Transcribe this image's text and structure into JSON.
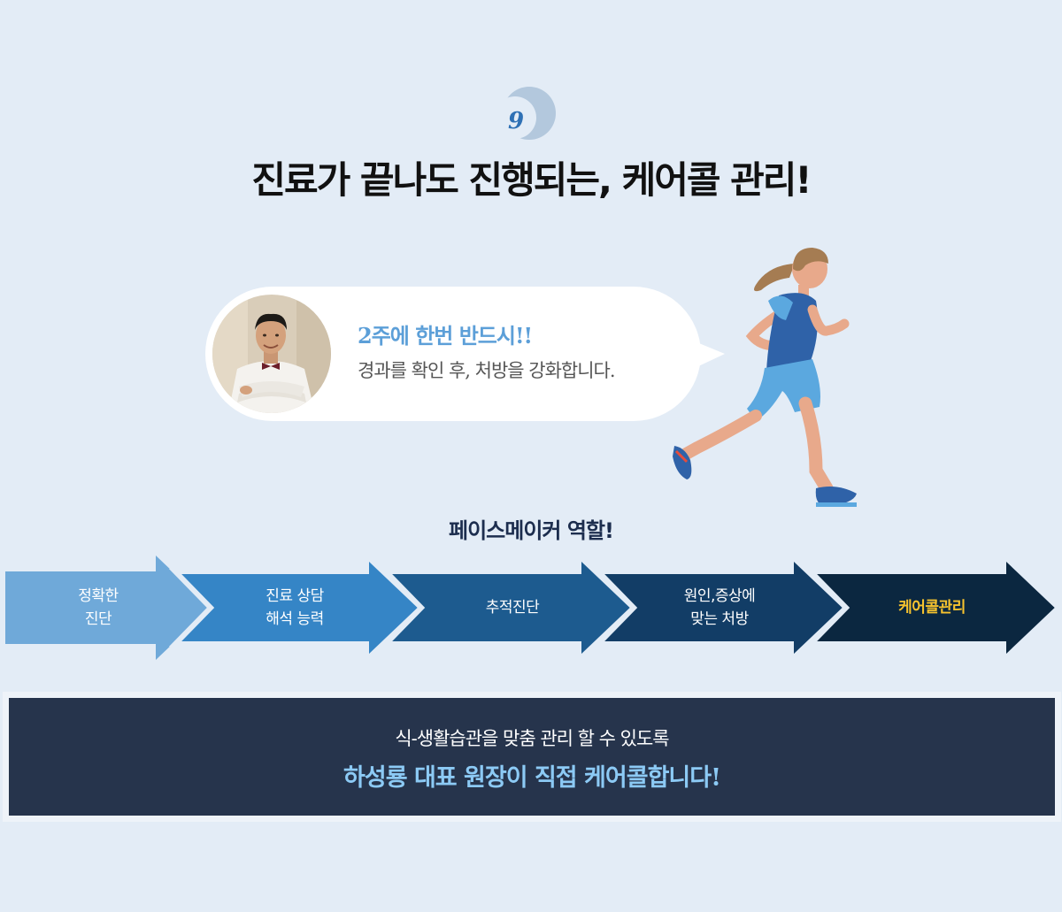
{
  "section": {
    "number": "9"
  },
  "title": "진료가 끝나도 진행되는, 케어콜 관리!",
  "speech": {
    "headline": "2주에 한번 반드시!!",
    "description": "경과를 확인 후, 처방을 강화합니다."
  },
  "pacemaker": {
    "title": "페이스메이커 역할!",
    "steps": [
      {
        "lines": [
          "정확한",
          "진단"
        ],
        "color": "#6fa9d9"
      },
      {
        "lines": [
          "진료 상담",
          "해석 능력"
        ],
        "color": "#3585c6"
      },
      {
        "lines": [
          "추적진단",
          ""
        ],
        "color": "#1d5b8f"
      },
      {
        "lines": [
          "원인,증상에",
          "맞는 처방"
        ],
        "color": "#123d66"
      },
      {
        "lines": [
          "케어콜관리",
          ""
        ],
        "color": "#0b2740",
        "highlight": "#f7c32e"
      }
    ]
  },
  "banner": {
    "line1": "식-생활습관을 맞춤 관리 할 수 있도록",
    "line2": "하성룡 대표 원장이 직접 케어콜합니다!"
  },
  "colors": {
    "background": "#e3ecf6",
    "accent": "#5c9fd8",
    "banner": "#26344c",
    "banner_highlight": "#8ccaf5"
  }
}
